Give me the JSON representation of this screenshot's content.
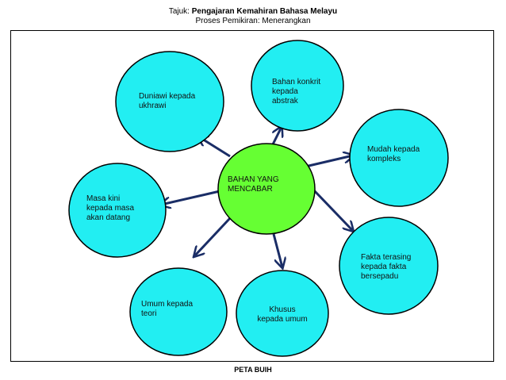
{
  "header": {
    "label": "Tajuk:",
    "title": "Pengajaran  Kemahiran Bahasa Melayu",
    "subtitle": "Proses Pemikiran: Menerangkan"
  },
  "diagram": {
    "center": {
      "lines": [
        "BAHAN YANG",
        "MENCABAR"
      ],
      "fill": "#66ff33"
    },
    "bubble_fill": "#22eef2",
    "outline_color": "#000000",
    "arrow_color": "#1a2d66",
    "bubbles": [
      {
        "id": "duniawi",
        "lines": [
          "Duniawi kepada",
          "ukhrawi"
        ]
      },
      {
        "id": "bahan-konkrit",
        "lines": [
          "Bahan konkrit",
          "kepada",
          "abstrak"
        ]
      },
      {
        "id": "mudah",
        "lines": [
          "Mudah kepada",
          "kompleks"
        ]
      },
      {
        "id": "masa-kini",
        "lines": [
          "Masa kini",
          "kepada masa",
          "akan datang"
        ]
      },
      {
        "id": "fakta",
        "lines": [
          "Fakta terasing",
          "kepada  fakta",
          "bersepadu"
        ]
      },
      {
        "id": "umum",
        "lines": [
          "Umum kepada",
          "teori"
        ]
      },
      {
        "id": "khusus",
        "lines": [
          "Khusus",
          "kepada umum"
        ]
      }
    ]
  },
  "footer": {
    "label": "PETA BUIH"
  }
}
